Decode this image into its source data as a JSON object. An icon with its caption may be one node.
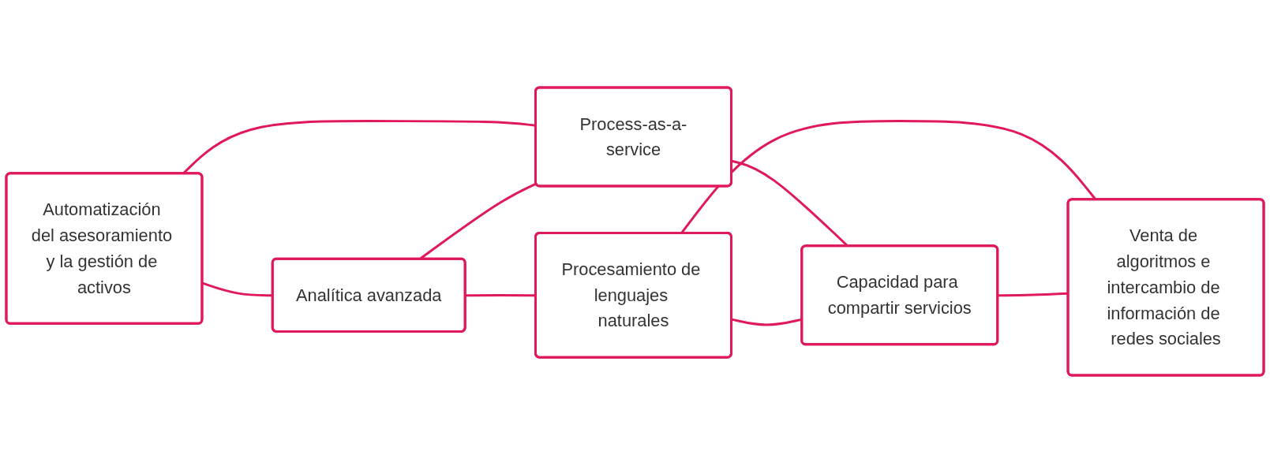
{
  "diagram": {
    "nodes": [
      {
        "text": [
          "Automatización del asesoramiento y la gestión de activos"
        ]
      },
      {
        "text": [
          "Analítica avanzada"
        ]
      },
      {
        "text": [
          "Process-as-a-service"
        ]
      },
      {
        "text": [
          "Procesamiento de lenguajes naturales"
        ]
      },
      {
        "text": [
          "Capacidad para compartir servicios"
        ]
      },
      {
        "text": [
          "Venta de algoritmos e intercambio de información de redes sociales"
        ]
      }
    ],
    "edges": [
      {
        "from": 0,
        "to": 1,
        "arrow": "none"
      },
      {
        "from": 0,
        "to": 2,
        "arrow": "none"
      },
      {
        "from": 1,
        "to": 3,
        "arrow": "none"
      },
      {
        "from": 1,
        "to": 2,
        "arrow": "none"
      },
      {
        "from": 2,
        "to": 4,
        "arrow": "none"
      },
      {
        "from": 3,
        "to": 4,
        "arrow": "none"
      },
      {
        "from": 3,
        "to": 5,
        "arrow": "none"
      },
      {
        "from": 4,
        "to": 5,
        "arrow": "none"
      }
    ]
  }
}
